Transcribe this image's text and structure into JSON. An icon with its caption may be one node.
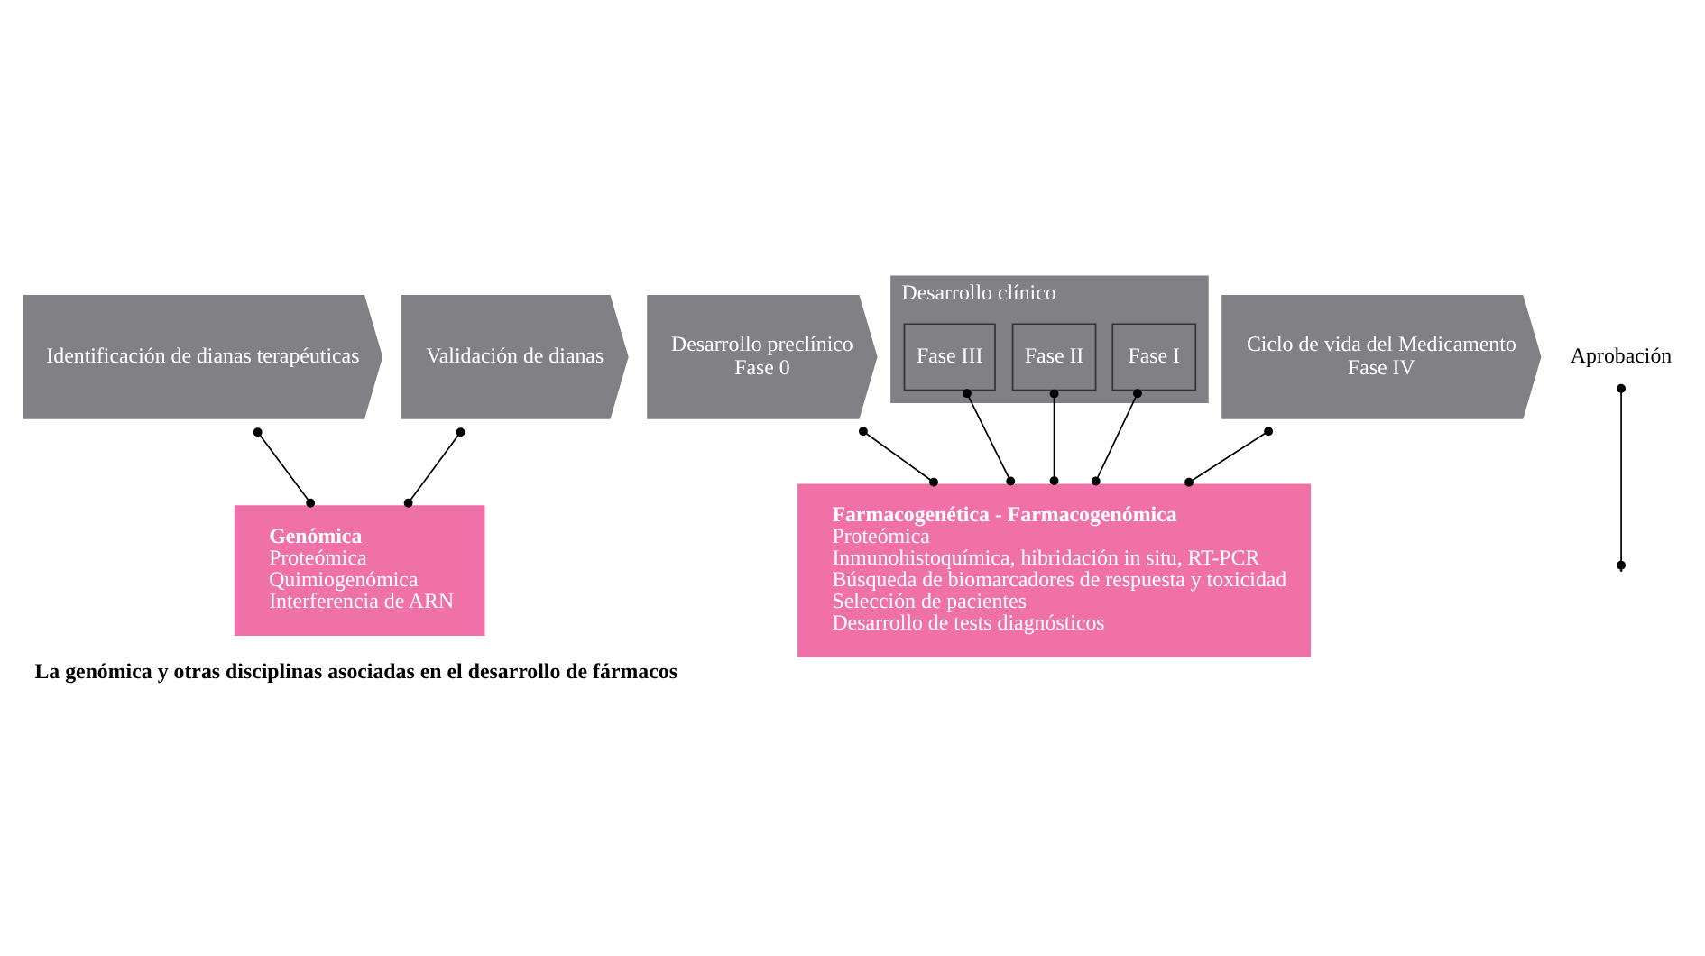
{
  "diagram": {
    "caption": "La genómica y otras disciplinas asociadas en el desarrollo de fármacos",
    "nodes": [
      {
        "text": [
          "Identificación de dianas terapéuticas"
        ]
      },
      {
        "text": [
          "Validación de dianas"
        ]
      },
      {
        "text": [
          "Desarrollo preclínico",
          "Fase 0"
        ]
      },
      {
        "text": [
          "Desarrollo clínico"
        ]
      },
      {
        "text": [
          "Fase I"
        ],
        "in": 3
      },
      {
        "text": [
          "Fase II"
        ],
        "in": 3
      },
      {
        "text": [
          "Fase III"
        ],
        "in": 3
      },
      {
        "text": [
          "Ciclo de vida del Medicamento",
          "Fase IV"
        ]
      },
      {
        "text": [
          "Aprobación"
        ]
      },
      {
        "text": [
          "Genómica",
          "Proteómica",
          "Quimiogenómica",
          "Interferencia de ARN"
        ]
      },
      {
        "text": [
          "Farmacogenética - Farmacogenómica",
          "Proteómica",
          "Inmunohistoquímica, hibridación in situ, RT-PCR",
          "Búsqueda de biomarcadores de respuesta y toxicidad",
          "Selección de pacientes",
          "Desarrollo de tests diagnósticos"
        ]
      }
    ],
    "edges": [
      {
        "from": 8,
        "to": null,
        "arrow": "other"
      },
      {
        "from": 0,
        "to": 9,
        "arrow": "other"
      },
      {
        "from": 1,
        "to": 9,
        "arrow": "other"
      },
      {
        "from": 2,
        "to": 10,
        "arrow": "other"
      },
      {
        "from": 4,
        "to": 10,
        "arrow": "other"
      },
      {
        "from": 5,
        "to": 10,
        "arrow": "other"
      },
      {
        "from": 6,
        "to": 10,
        "arrow": "other"
      },
      {
        "from": 7,
        "to": 10,
        "arrow": "other"
      }
    ]
  }
}
